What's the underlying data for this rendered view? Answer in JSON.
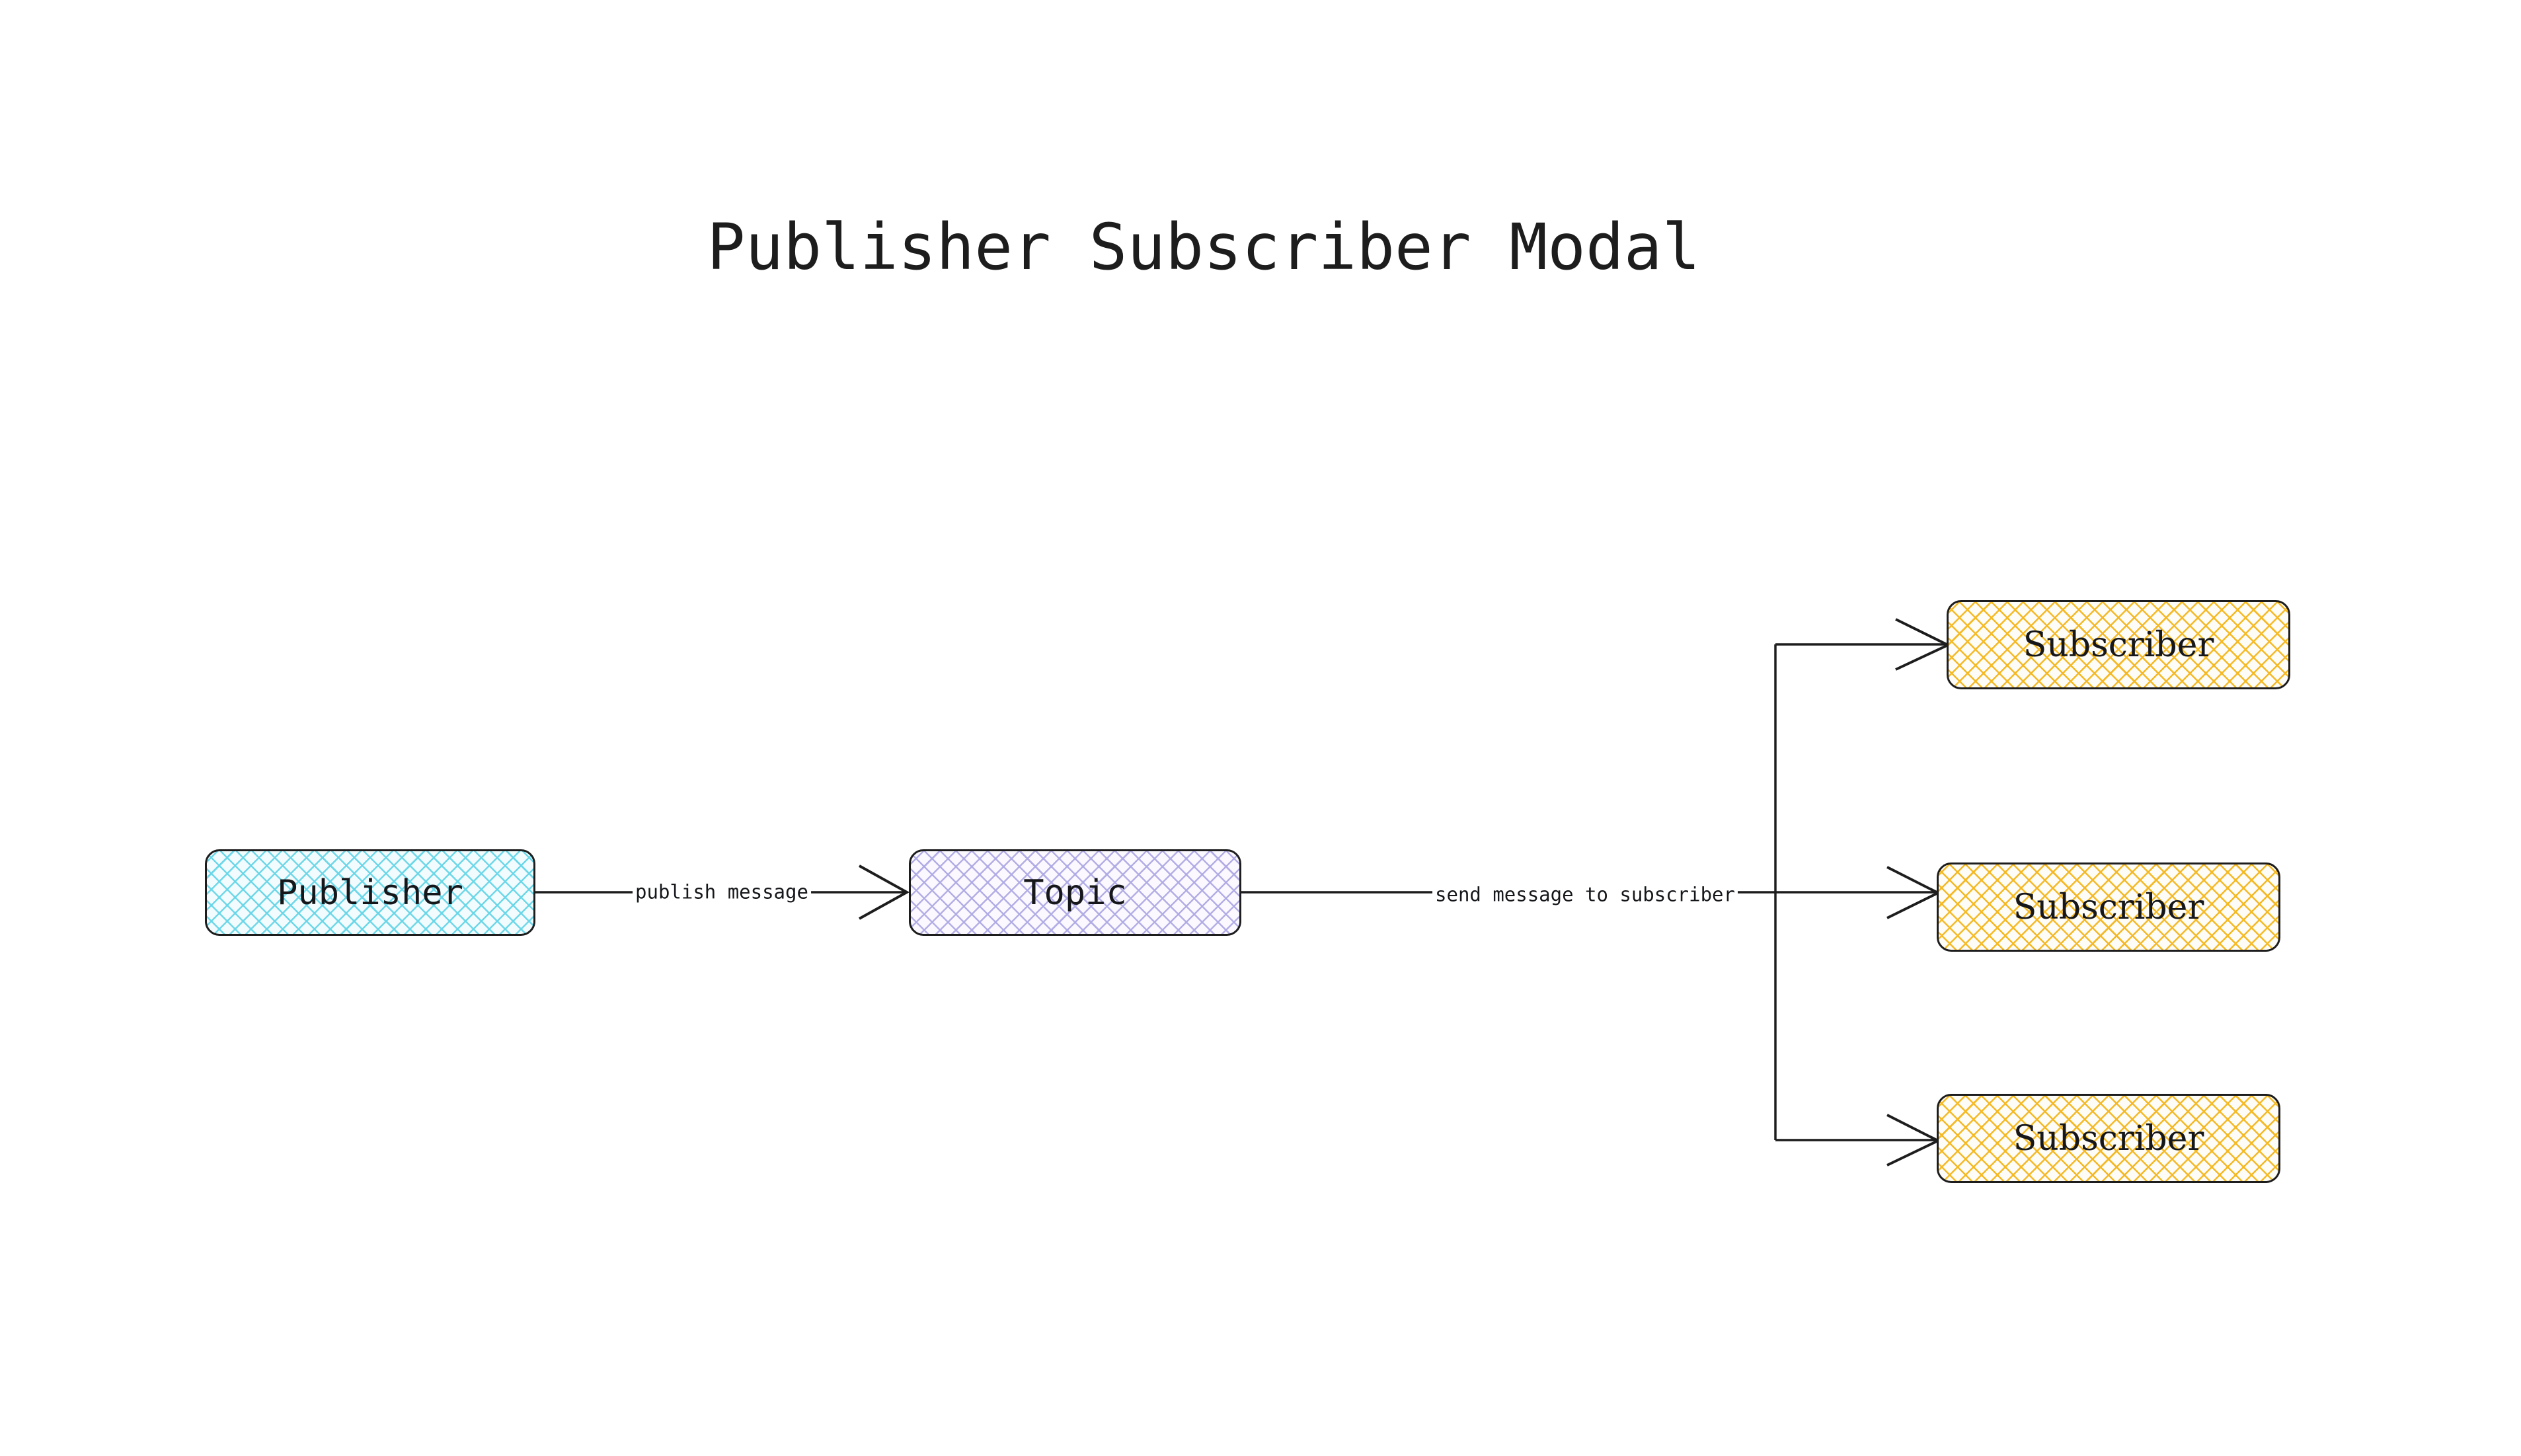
{
  "diagram": {
    "title": "Publisher Subscriber Modal",
    "type": "flowchart",
    "direction": "left-to-right",
    "background_color": "#ffffff",
    "stroke_color": "#1d1d1d"
  },
  "nodes": {
    "publisher": {
      "label": "Publisher",
      "fill_color": "#f2fbfd",
      "hatch_color": "#67d6e8",
      "border_color": "#1d1d1d"
    },
    "topic": {
      "label": "Topic",
      "fill_color": "#fbf9ff",
      "hatch_color": "#afaae4",
      "border_color": "#1d1d1d"
    },
    "subscribers": [
      {
        "label": "Subscriber",
        "fill_color": "#fefcf6",
        "hatch_color": "#f5b821",
        "border_color": "#1d1d1d"
      },
      {
        "label": "Subscriber",
        "fill_color": "#fefcf6",
        "hatch_color": "#f5b821",
        "border_color": "#1d1d1d"
      },
      {
        "label": "Subscriber",
        "fill_color": "#fefcf6",
        "hatch_color": "#f5b821",
        "border_color": "#1d1d1d"
      }
    ]
  },
  "edges": [
    {
      "from": "publisher",
      "to": "topic",
      "label": "publish message",
      "arrow": "open"
    },
    {
      "from": "topic",
      "to": "subscribers",
      "label": "send message to subscriber",
      "arrow": "open",
      "fan_out": 3
    }
  ]
}
